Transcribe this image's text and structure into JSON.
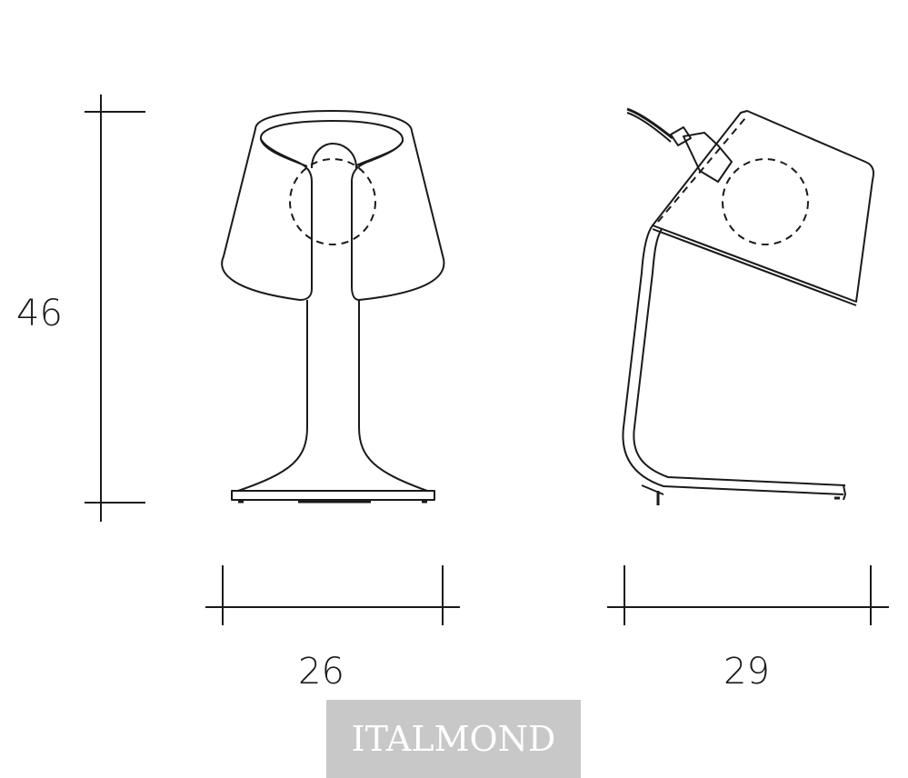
{
  "dimensions": {
    "height": "46",
    "width_front": "26",
    "width_side": "29"
  },
  "brand": {
    "logo_text": "ITALMOND"
  },
  "colors": {
    "line": "#1a1a1a",
    "logo_bg": "#c8c8c8",
    "logo_text": "#ffffff"
  }
}
